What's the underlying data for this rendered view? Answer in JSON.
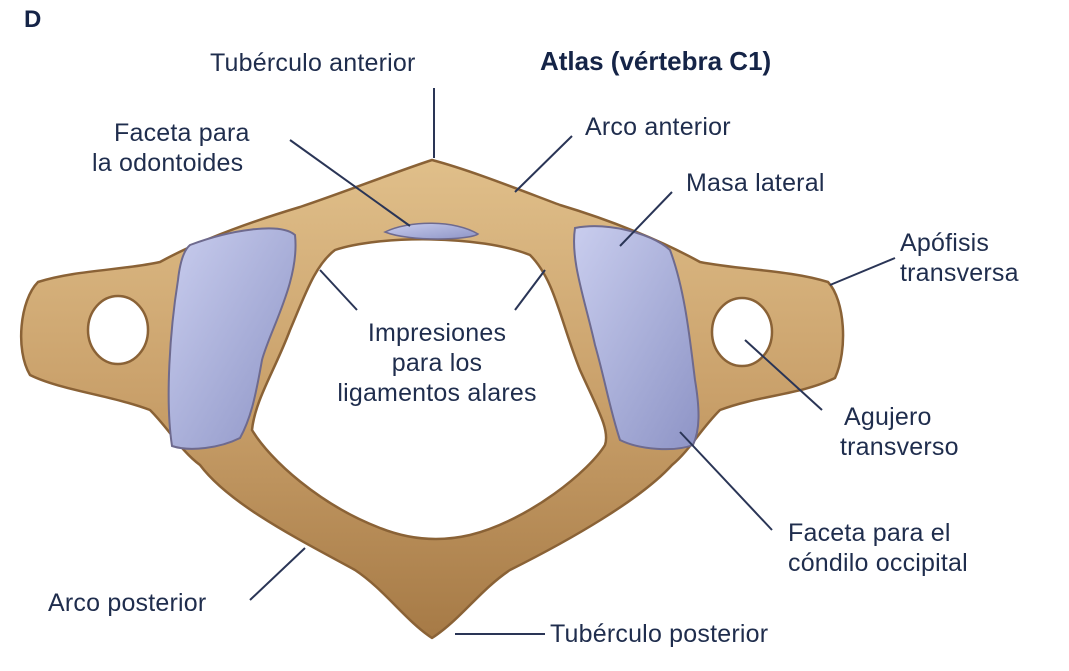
{
  "panel_letter": "D",
  "title": "Atlas (vértebra C1)",
  "labels": {
    "tuberculo_anterior": "Tubérculo anterior",
    "faceta_odontoides_1": "Faceta para",
    "faceta_odontoides_2": "la odontoides",
    "arco_anterior": "Arco anterior",
    "masa_lateral": "Masa lateral",
    "apofisis_1": "Apófisis",
    "apofisis_2": "transversa",
    "impresiones_1": "Impresiones",
    "impresiones_2": "para los",
    "impresiones_3": "ligamentos alares",
    "agujero_1": "Agujero",
    "agujero_2": "transverso",
    "faceta_condilo_1": "Faceta para el",
    "faceta_condilo_2": "cóndilo occipital",
    "arco_posterior": "Arco posterior",
    "tuberculo_posterior": "Tubérculo posterior"
  },
  "colors": {
    "bone": "#c9a06a",
    "bone_dark": "#8a6236",
    "facet": "#a9aed6",
    "text": "#1f2d4d",
    "leader": "#2a3556"
  }
}
